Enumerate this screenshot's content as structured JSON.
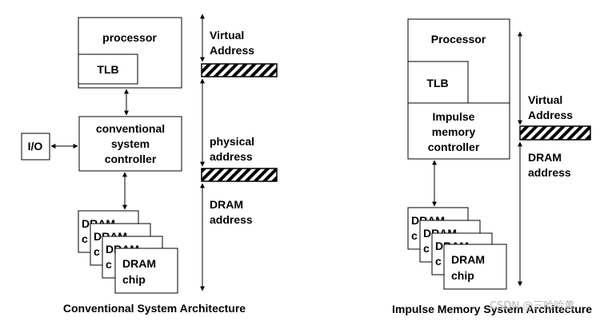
{
  "left": {
    "processor": "processor",
    "tlb": "TLB",
    "io": "I/O",
    "controller_line1": "conventional",
    "controller_line2": "system",
    "controller_line3": "controller",
    "chip_label_back": "DRAM",
    "chip_letter_back": "c",
    "chip_line1": "DRAM",
    "chip_line2": "chip",
    "virtual_line1": "Virtual",
    "virtual_line2": "Address",
    "physical_line1": "physical",
    "physical_line2": "address",
    "dram_line1": "DRAM",
    "dram_line2": "address",
    "caption": "Conventional System Architecture"
  },
  "right": {
    "processor": "Processor",
    "tlb": "TLB",
    "controller_line1": "Impulse",
    "controller_line2": "memory",
    "controller_line3": "controller",
    "chip_label_back": "DRAM",
    "chip_letter_back": "c",
    "chip_line1": "DRAM",
    "chip_line2": "chip",
    "virtual_line1": "Virtual",
    "virtual_line2": "Address",
    "dram_line1": "DRAM",
    "dram_line2": "address",
    "caption": "Impulse Memory System Architecture"
  },
  "watermark": "CSDN @三哈哈黄"
}
